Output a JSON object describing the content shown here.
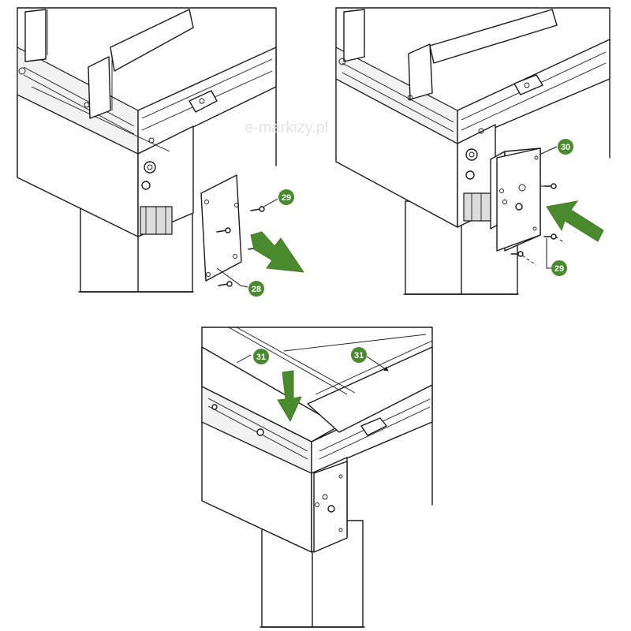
{
  "colors": {
    "accent": "#4a8a2e",
    "accent_dark": "#3a6f22",
    "line": "#1a1a1a",
    "watermark": "#e4e4e4"
  },
  "watermark": "e-markizy.pl",
  "callouts": {
    "p1_screw": "29",
    "p1_plate": "28",
    "p2_cap": "30",
    "p2_screw": "29",
    "p3_left": "31",
    "p3_right": "31"
  }
}
